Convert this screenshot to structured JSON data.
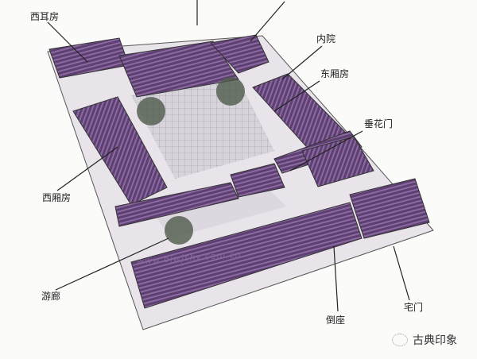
{
  "labels": {
    "west_ear_room": "西耳房",
    "inner_courtyard": "内院",
    "east_wing_room": "东厢房",
    "festooned_gate": "垂花门",
    "west_wing_room": "西厢房",
    "corridor": "游廊",
    "reverse_room": "倒座",
    "main_gate": "宅门"
  },
  "watermark": "www.bjwjshy.com.cn",
  "logo": {
    "text": "古典印象",
    "icon": "wechat-icon"
  },
  "colors": {
    "roof": "#5e3f72",
    "roof_stripe": "#8a6aa0",
    "wall": "#e9e4ea",
    "courtyard": "#cfcad3",
    "tree": "#4f5a4a",
    "line": "#222222"
  }
}
